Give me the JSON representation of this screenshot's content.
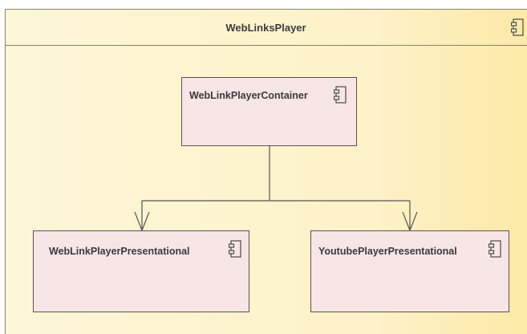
{
  "diagram": {
    "container": {
      "title": "WebLinksPlayer"
    },
    "components": [
      {
        "id": "container",
        "label": "WebLinkPlayerContainer"
      },
      {
        "id": "weblink",
        "label": "WebLinkPlayerPresentational"
      },
      {
        "id": "youtube",
        "label": "YoutubePlayerPresentational"
      }
    ],
    "icons": {
      "component": "uml-component-icon"
    },
    "colors": {
      "frame_fill": "#fdf2c8",
      "frame_border": "#8a8466",
      "component_fill": "#f8e6e6",
      "component_border": "#5e4f4f",
      "connector": "#555555"
    }
  }
}
